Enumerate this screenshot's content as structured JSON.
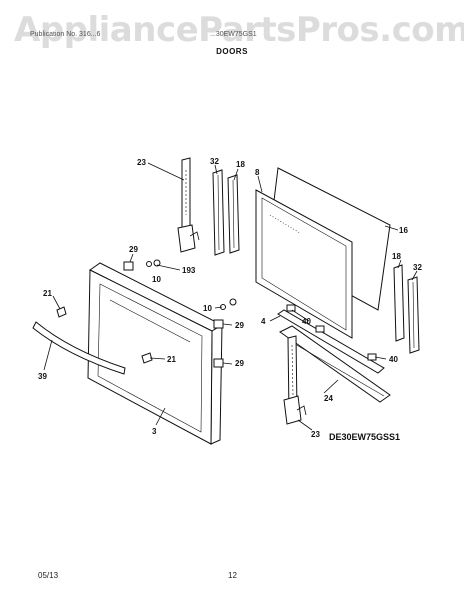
{
  "watermark": "AppliancePartsPros.com",
  "header": {
    "left_text": "Publication No. 316...6",
    "right_text": "...30EW75GS1",
    "section_title": "DOORS"
  },
  "model_code": "DE30EW75GSS1",
  "footer": {
    "date": "05/13",
    "page_number": "12"
  },
  "callouts": {
    "c23a": "23",
    "c32a": "32",
    "c18a": "18",
    "c8": "8",
    "c16": "16",
    "c29a": "29",
    "c193": "193",
    "c10a": "10",
    "c21a": "21",
    "c10b": "10",
    "c29b": "29",
    "c4": "4",
    "c40a": "40",
    "c18b": "18",
    "c32b": "32",
    "c21b": "21",
    "c29c": "29",
    "c40b": "40",
    "c39": "39",
    "c24": "24",
    "c3": "3",
    "c23b": "23"
  }
}
